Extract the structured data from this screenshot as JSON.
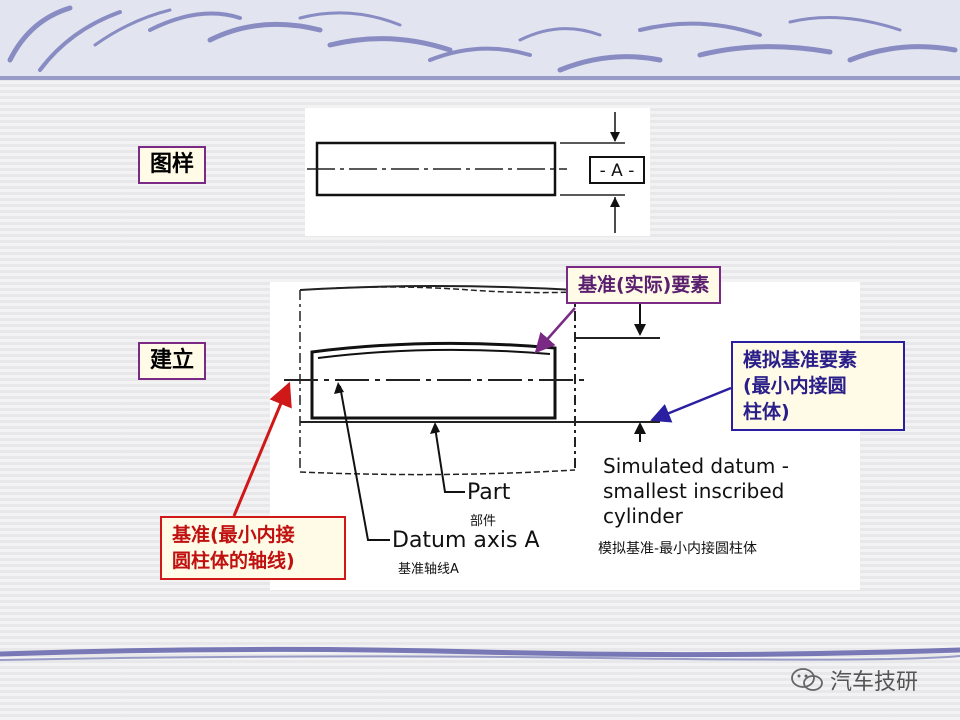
{
  "labels": {
    "pattern": "图样",
    "establish": "建立"
  },
  "callouts": {
    "actual_datum_feature": "基准(实际)要素",
    "simulated_datum": [
      "模拟基准要素",
      "(最小内接圆",
      "柱体)"
    ],
    "datum_axis": [
      "基准(最小内接",
      "圆柱体的轴线)"
    ]
  },
  "drawing_top": {
    "datum_letter": "A",
    "datum_frame_text": "- A -"
  },
  "drawing_main": {
    "part_en": "Part",
    "part_cn": "部件",
    "datum_axis_en": "Datum axis A",
    "datum_axis_cn": "基准轴线A",
    "simulated_en": [
      "Simulated datum -",
      "smallest inscribed",
      "cylinder"
    ],
    "simulated_cn": "模拟基准-最小内接圆柱体"
  },
  "watermark": {
    "text": "汽车技研",
    "icon": "wechat-icon"
  },
  "colors": {
    "label_border": "#7a2a85",
    "callout_fill": "#fffbe6",
    "red": "#d01818",
    "blue": "#2a1fa0",
    "band": "#5a5aa8"
  }
}
